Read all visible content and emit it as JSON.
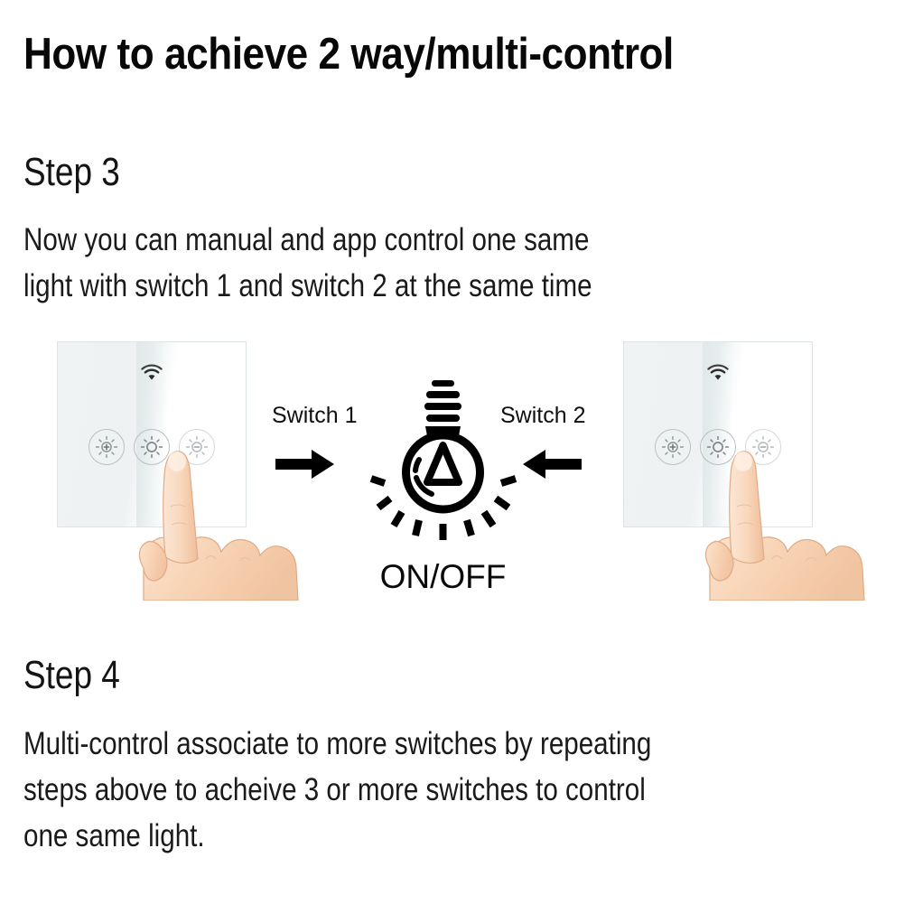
{
  "page": {
    "title": "How to achieve 2 way/multi-control",
    "background_color": "#ffffff",
    "text_color": "#0b0b0b"
  },
  "steps": [
    {
      "heading": "Step 3",
      "lines": [
        "Now you can manual and app control one same",
        "light with switch 1 and switch 2 at the same time"
      ]
    },
    {
      "heading": "Step 4",
      "lines": [
        "Multi-control associate to more switches by repeating",
        "steps above to acheive 3 or more switches to control",
        "one same light."
      ]
    }
  ],
  "diagram": {
    "switch_left": {
      "name": "Switch 1",
      "plate_color": "#f0f3f3",
      "wifi_icon": "wifi-icon",
      "buttons": [
        {
          "icon": "sun-plus-icon",
          "state": "normal"
        },
        {
          "icon": "sun-icon",
          "state": "pressed"
        },
        {
          "icon": "sun-minus-icon",
          "state": "faint"
        }
      ],
      "hand_color": "#f8d7bb"
    },
    "switch_right": {
      "name": "Switch 2",
      "plate_color": "#f0f3f3",
      "wifi_icon": "wifi-icon",
      "buttons": [
        {
          "icon": "sun-plus-icon",
          "state": "normal"
        },
        {
          "icon": "sun-icon",
          "state": "pressed"
        },
        {
          "icon": "sun-minus-icon",
          "state": "faint"
        }
      ],
      "hand_color": "#f8d7bb"
    },
    "arrow_left_label": "Switch 1",
    "arrow_right_label": "Switch 2",
    "arrow_left_icon": "arrow-right-icon",
    "arrow_right_icon": "arrow-left-icon",
    "bulb": {
      "icon": "light-bulb-icon",
      "label": "ON/OFF",
      "color": "#000000",
      "rays": 9
    }
  }
}
